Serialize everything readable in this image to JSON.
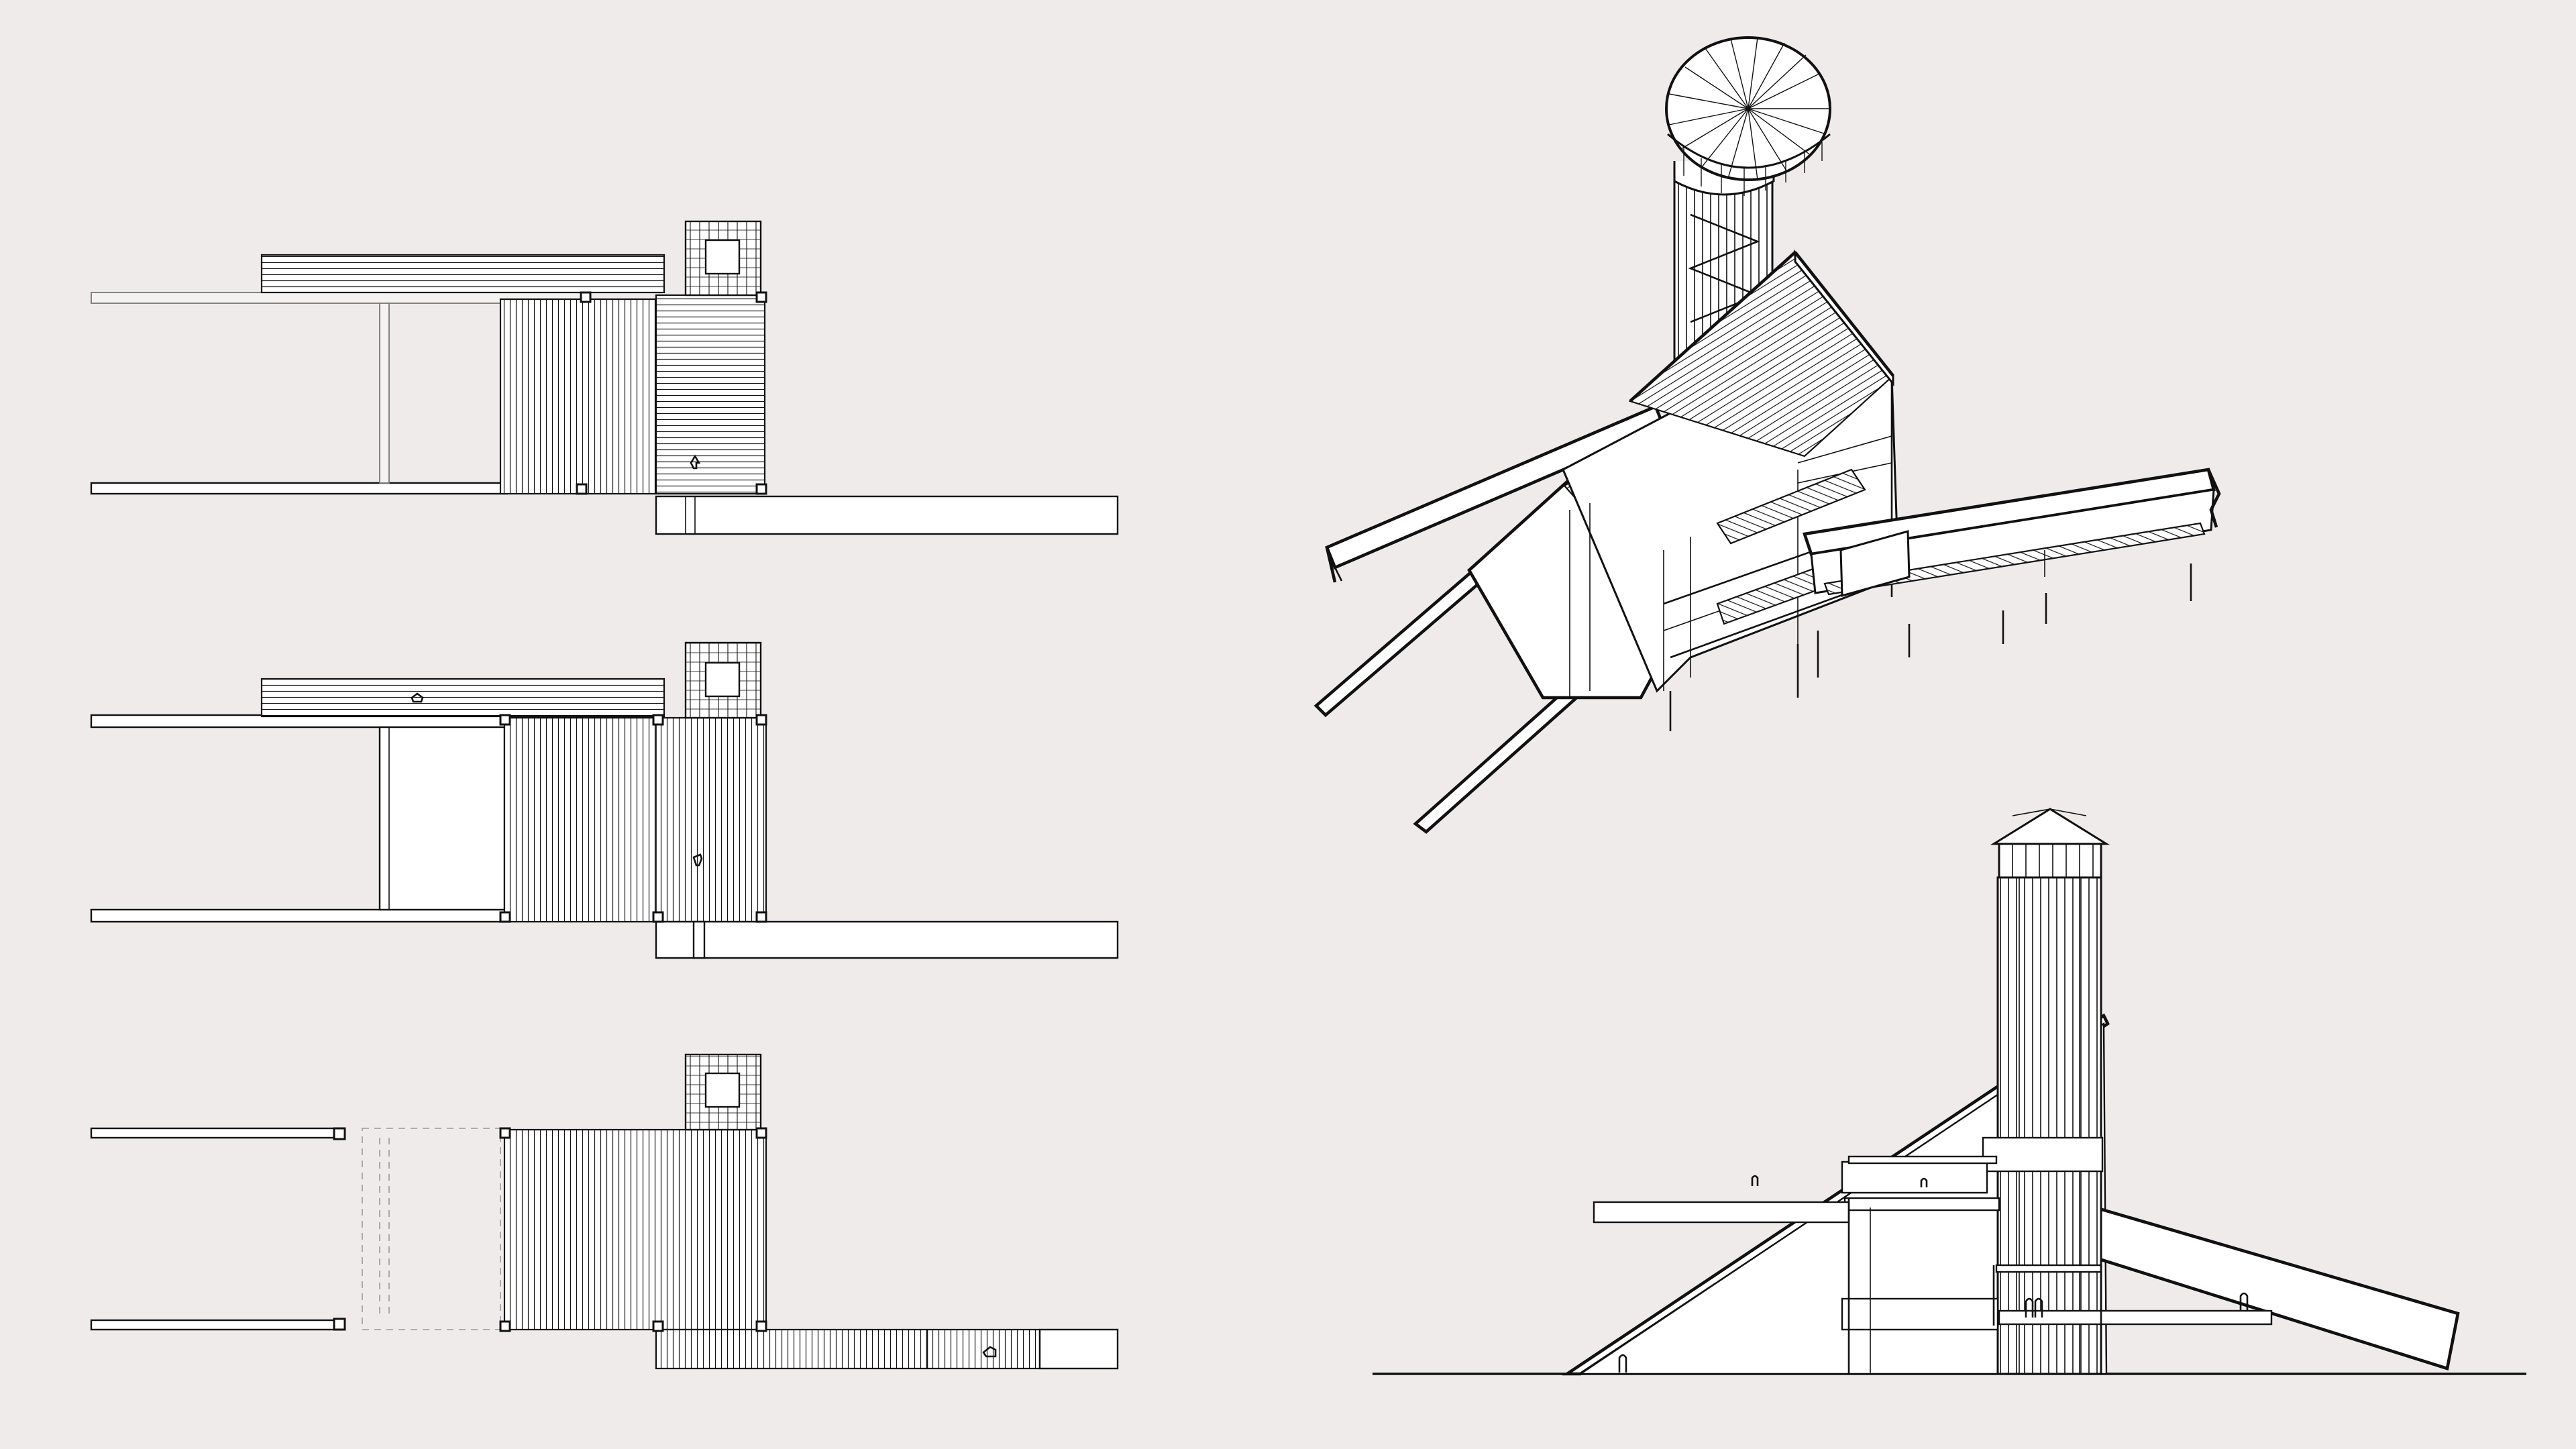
{
  "drawing": {
    "background_color": "#eeebea",
    "line_color": "#111111",
    "fill_color": "#ffffff",
    "views": [
      {
        "id": "plan-roof",
        "kind": "roof plan"
      },
      {
        "id": "plan-upper",
        "kind": "upper floor plan"
      },
      {
        "id": "plan-ground",
        "kind": "ground floor plan"
      },
      {
        "id": "axonometric",
        "kind": "axonometric view"
      },
      {
        "id": "section",
        "kind": "section elevation"
      }
    ]
  }
}
